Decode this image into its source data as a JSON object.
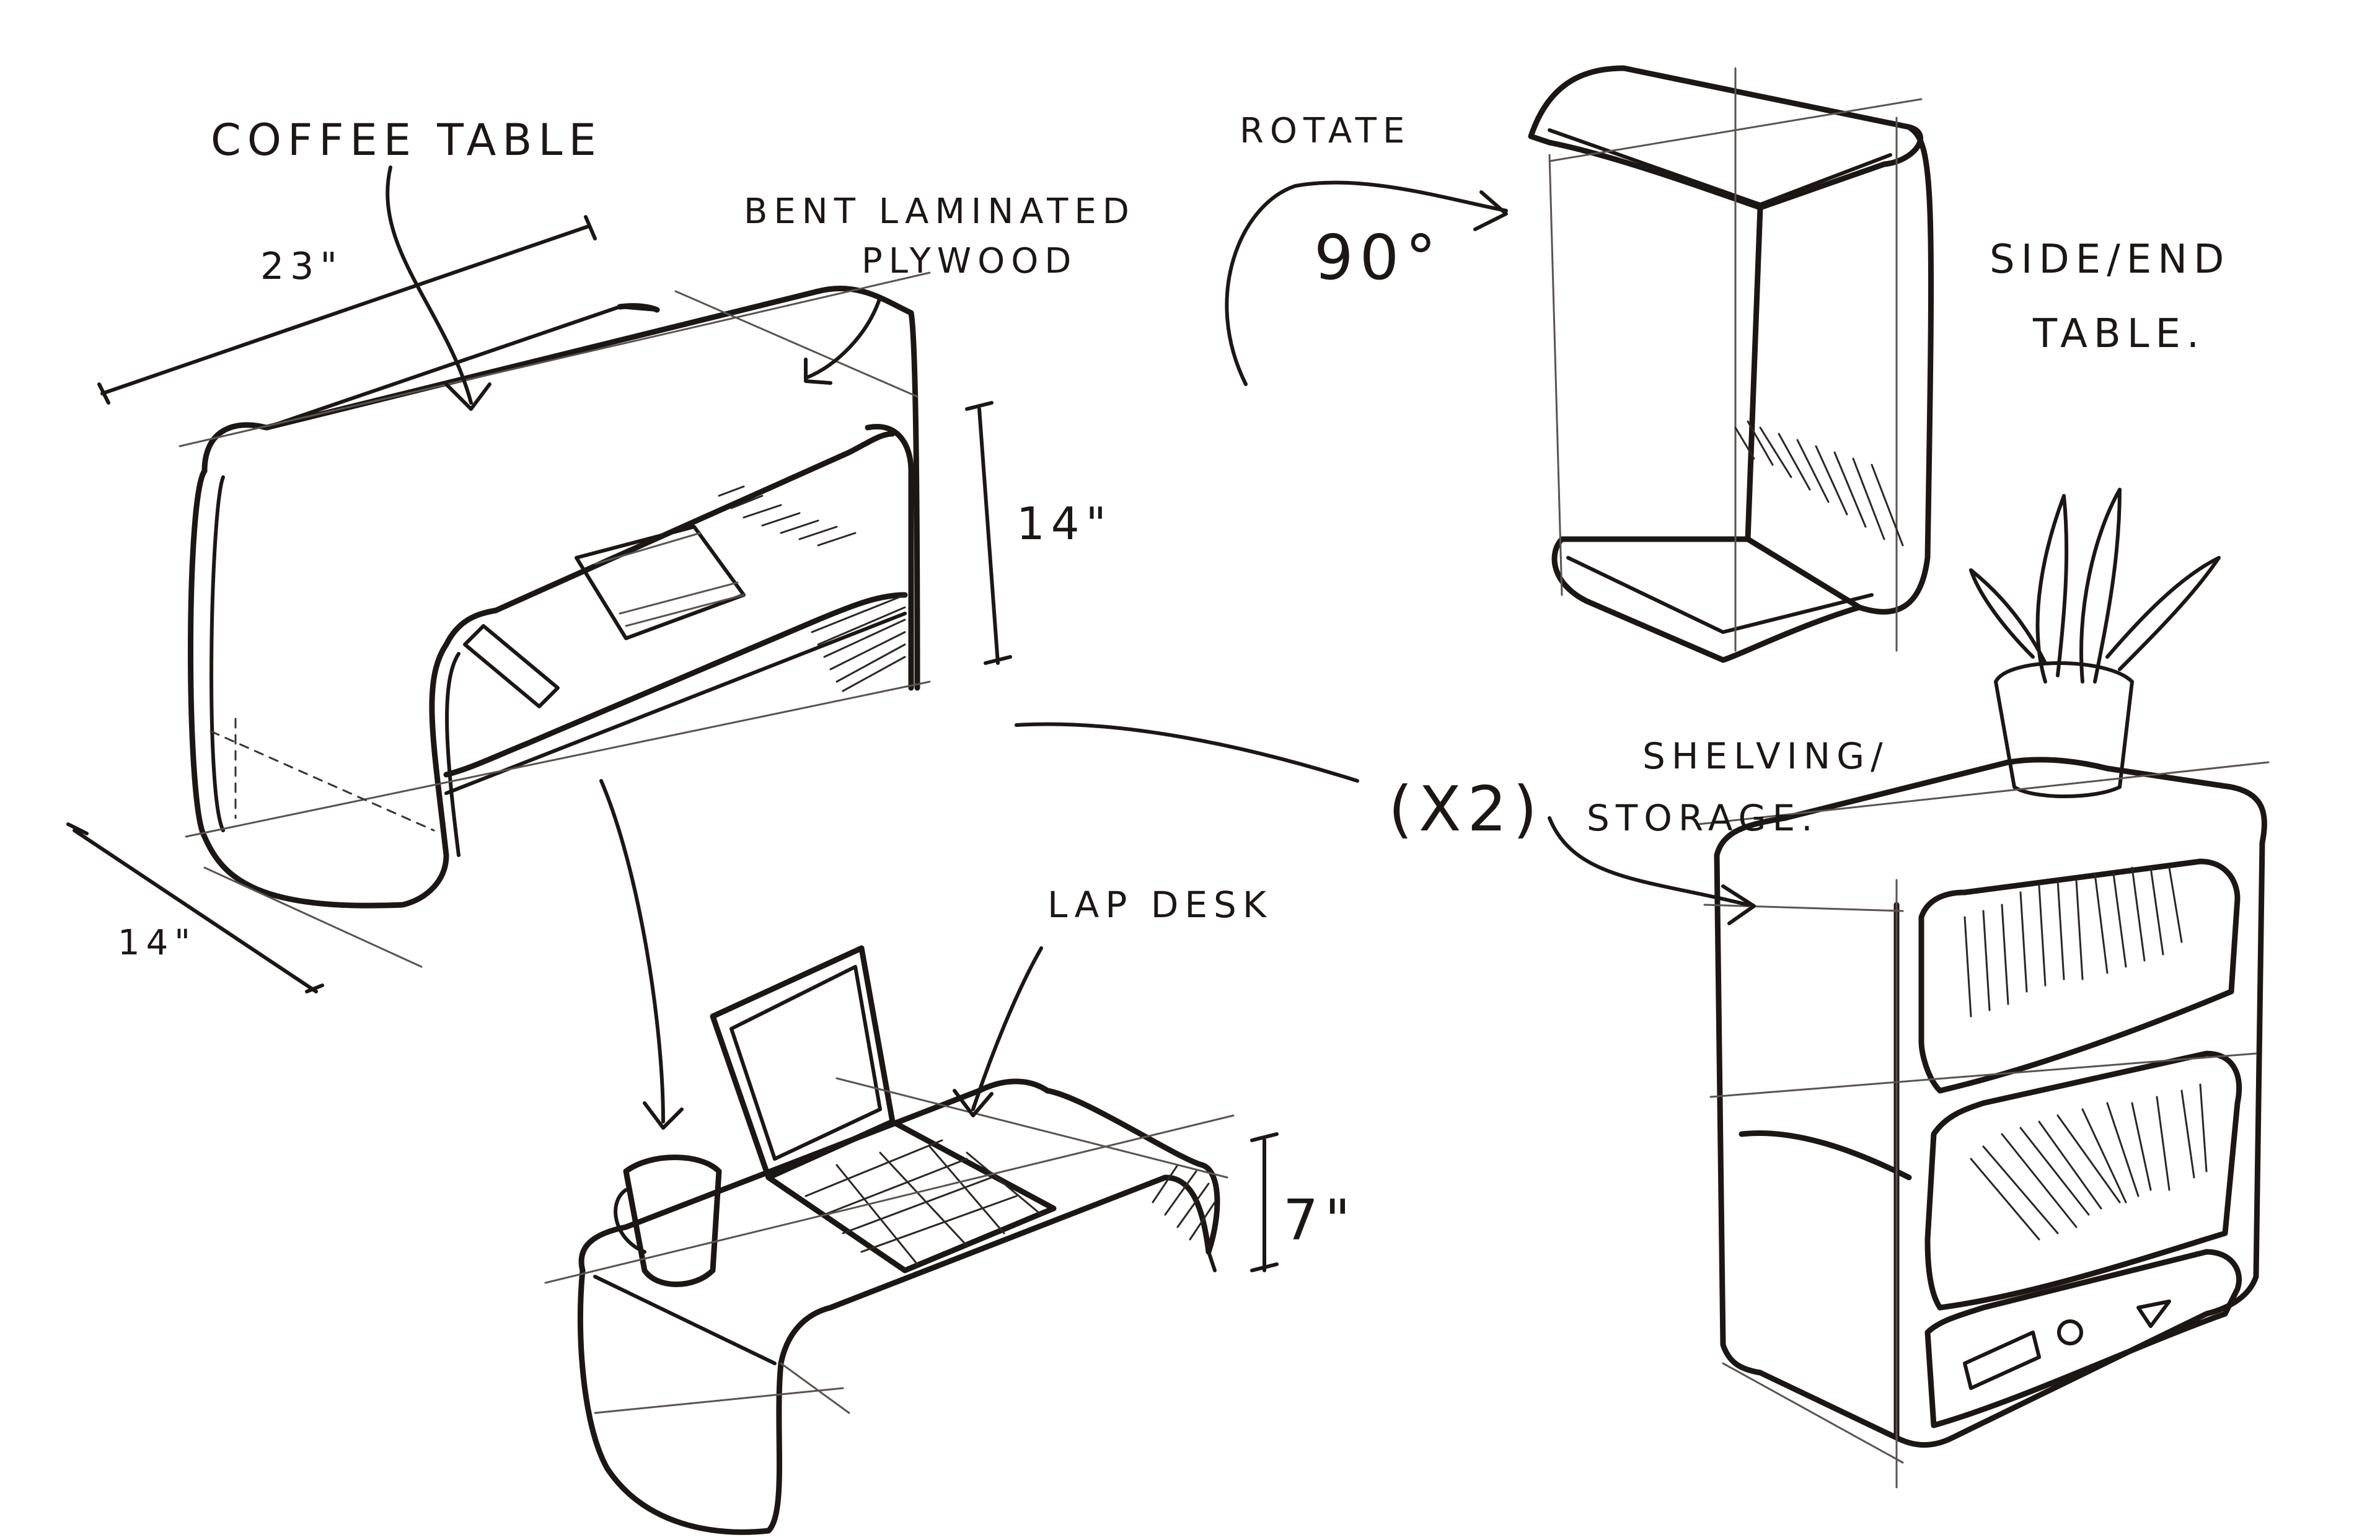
{
  "labels": {
    "coffee_table": "COFFEE TABLE",
    "bent_laminated": "BENT LAMINATED",
    "plywood": "PLYWOOD",
    "rotate": "ROTATE",
    "rotate_angle": "90°",
    "side_end": "SIDE/END",
    "table": "TABLE.",
    "shelving": "SHELVING/",
    "storage": "STORAGE.",
    "lap_desk": "LAP DESK",
    "multiplier": "(X2)"
  },
  "dimensions": {
    "coffee_width": "23\"",
    "coffee_height": "14\"",
    "coffee_depth": "14\"",
    "lap_height": "7\""
  },
  "colors": {
    "ink": "#1c1715",
    "paper": "#ffffff"
  }
}
